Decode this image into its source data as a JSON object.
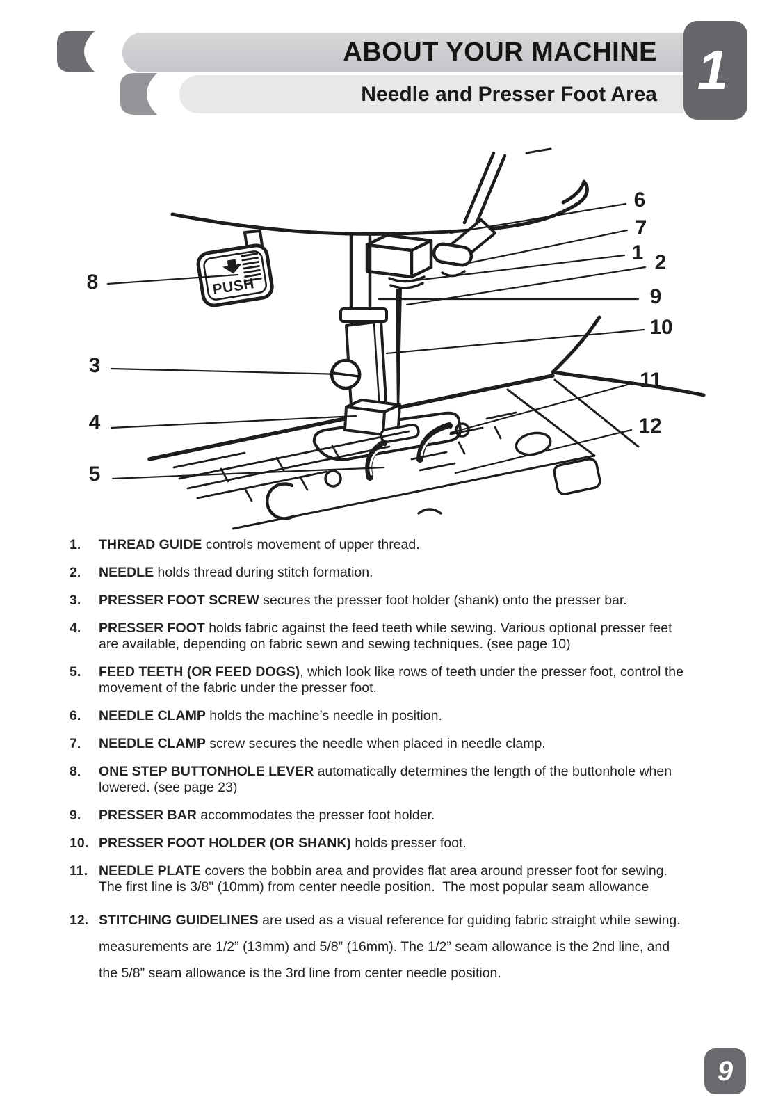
{
  "header": {
    "title": "ABOUT YOUR MACHINE",
    "subtitle": "Needle and Presser Foot Area",
    "chapter_number": "1"
  },
  "diagram": {
    "push_label": "PUSH",
    "callouts": [
      "6",
      "7",
      "1",
      "2",
      "9",
      "10",
      "11",
      "12",
      "8",
      "3",
      "4",
      "5"
    ]
  },
  "list": {
    "items": [
      {
        "num": "1.",
        "term": "THREAD GUIDE",
        "rest": " controls movement of upper thread."
      },
      {
        "num": "2.",
        "term": "NEEDLE",
        "rest": " holds thread during stitch formation."
      },
      {
        "num": "3.",
        "term": "PRESSER FOOT SCREW",
        "rest": " secures the presser foot holder (shank) onto the presser bar."
      },
      {
        "num": "4.",
        "term": "PRESSER FOOT",
        "rest": " holds fabric against the feed teeth while sewing. Various optional presser feet\nare available, depending on fabric sewn and sewing techniques. (see page 10)"
      },
      {
        "num": "5.",
        "term": "FEED TEETH (OR FEED DOGS)",
        "rest": ", which look like rows of teeth under the presser foot, control the\nmovement of the fabric under the presser foot."
      },
      {
        "num": "6.",
        "term": "NEEDLE CLAMP",
        "rest": " holds the machine’s needle in position."
      },
      {
        "num": "7.",
        "term": "NEEDLE CLAMP",
        "rest": " screw secures the needle when placed in needle clamp."
      },
      {
        "num": "8.",
        "term": "ONE STEP BUTTONHOLE LEVER",
        "rest": " automatically determines the length of the buttonhole when\nlowered. (see page 23)"
      },
      {
        "num": "9.",
        "term": "PRESSER BAR",
        "rest": " accommodates the presser foot holder."
      },
      {
        "num": "10.",
        "term": "PRESSER FOOT HOLDER (OR SHANK)",
        "rest": " holds presser foot."
      },
      {
        "num": "11.",
        "term": "NEEDLE PLATE",
        "rest": " covers the bobbin area and provides flat area around presser foot for sewing.\nThe first line is 3/8\" (10mm) from center needle position.  The most popular seam allowance"
      },
      {
        "num": "12.",
        "term": "STITCHING GUIDELINES",
        "rest": " are used as a visual reference for guiding fabric straight while sewing.\nmeasurements are 1/2” (13mm) and 5/8” (16mm). The 1/2” seam allowance is the 2nd line, and\nthe 5/8” seam allowance is the 3rd line from center needle position."
      }
    ]
  },
  "footer": {
    "page_number": "9"
  },
  "colors": {
    "badge_gray": "#66676a",
    "banner_light": "#cdced1",
    "banner_lighter": "#e7e8ea",
    "crescent_dark": "#6d6e71",
    "crescent_mid": "#939598",
    "ink": "#232323",
    "line_art": "#1d1d1f"
  }
}
